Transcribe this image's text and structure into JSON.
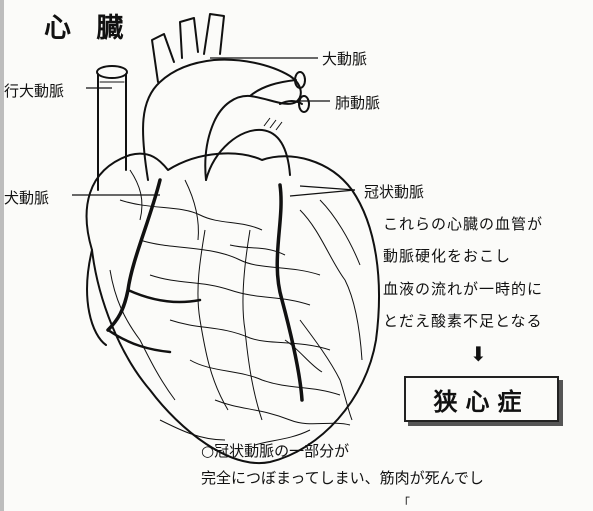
{
  "title": "心 臓",
  "labels": {
    "aorta": "大動脈",
    "pulmonary_artery": "肺動脈",
    "left_top": "行大動脈",
    "left_mid": "犬動脈",
    "coronary_artery": "冠状動脈"
  },
  "note_lines": [
    "これらの心臓の血管が",
    "動脈硬化をおこし",
    "血液の流れが一時的に",
    "とだえ酸素不足となる"
  ],
  "arrow": "⬇",
  "result_box": "狭心症",
  "footnote": {
    "line1": "○冠状動脈の一部分が",
    "line2": "完全につぼまってしまい、筋肉が死んでし",
    "mark": "「"
  }
}
